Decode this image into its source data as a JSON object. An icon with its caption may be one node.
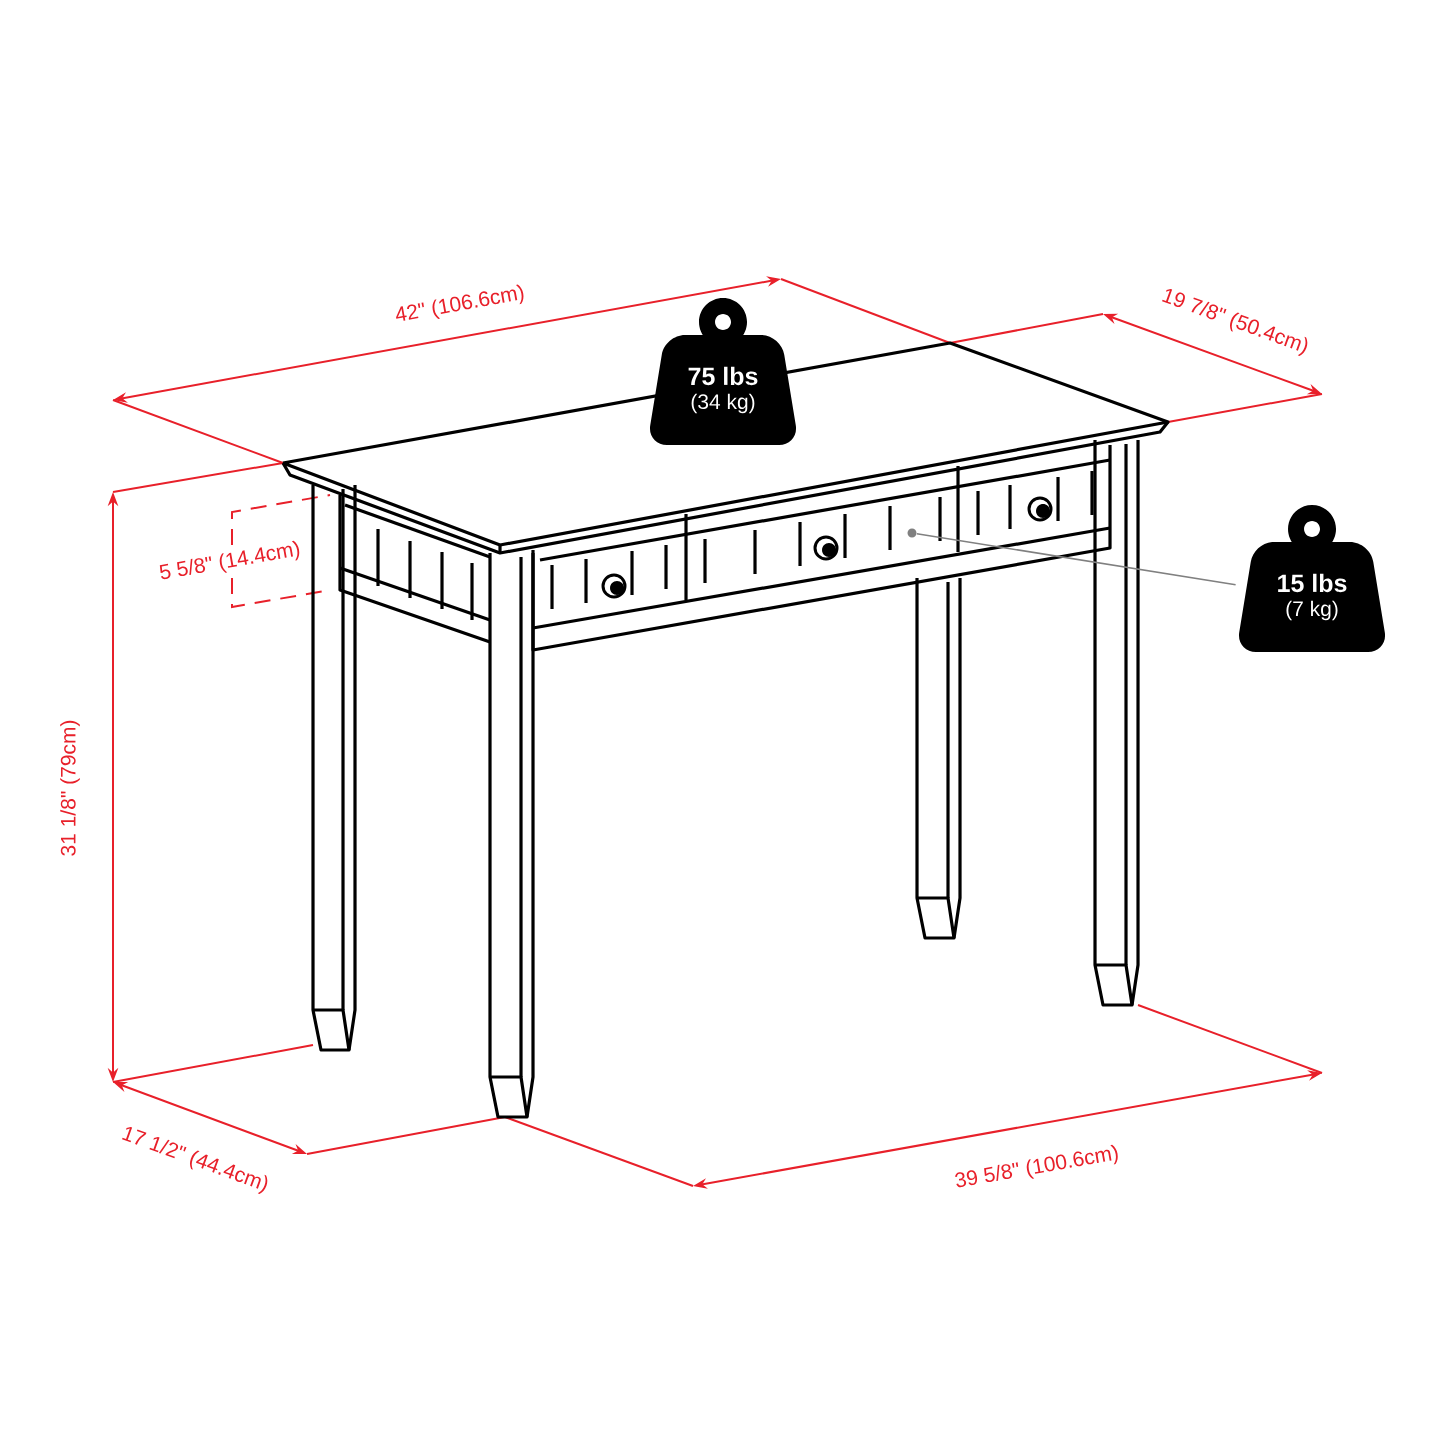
{
  "diagram": {
    "nodes": [
      {
        "text": [
          "75 lbs",
          "(34 kg)"
        ]
      },
      {
        "text": [
          "15 lbs",
          "(7 kg)"
        ]
      },
      {
        "text": [],
        "shape": "circle"
      }
    ],
    "edges": [
      {
        "from": 1,
        "to": 2,
        "arrow": "none"
      }
    ],
    "labels": [
      "42\" (106.6cm)",
      "19 7/8\" (50.4cm)",
      "5 5/8\" (14.4cm)",
      "31 1/8\" (79cm)",
      "17 1/2\" (44.4cm)",
      "39 5/8\" (100.6cm)"
    ]
  }
}
